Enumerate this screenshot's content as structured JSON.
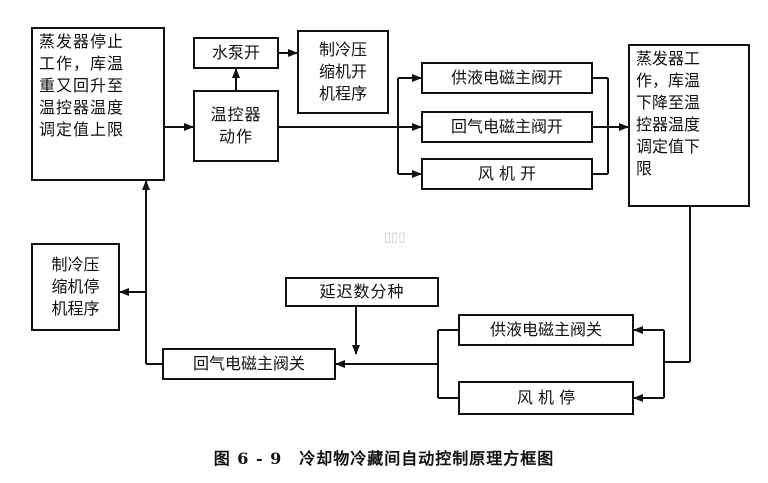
{
  "boxes": {
    "evap_stop": "蒸发器停止\n工作，库温\n重又回升至\n温控器温度\n调定值上限",
    "pump_on": "水泵开",
    "comp_on": "制冷压\n缩机开\n机程序",
    "thermostat": "温控器\n动作",
    "supply_valve_open": "供液电磁主阀开",
    "return_valve_open": "回气电磁主阀开",
    "fan_on": "风 机 开",
    "evap_work": "蒸发器工\n作，库温\n下降至温\n控器温度\n调定值下\n限",
    "comp_off": "制冷压\n缩机停\n机程序",
    "delay": "延迟数分种",
    "return_valve_close": "回气电磁主阀关",
    "supply_valve_close": "供液电磁主阀关",
    "fan_off": "风 机 停"
  },
  "caption": "图 6 - 9　冷却物冷藏间自动控制原理方框图",
  "colors": {
    "line": "#111111",
    "background": "#ffffff"
  }
}
